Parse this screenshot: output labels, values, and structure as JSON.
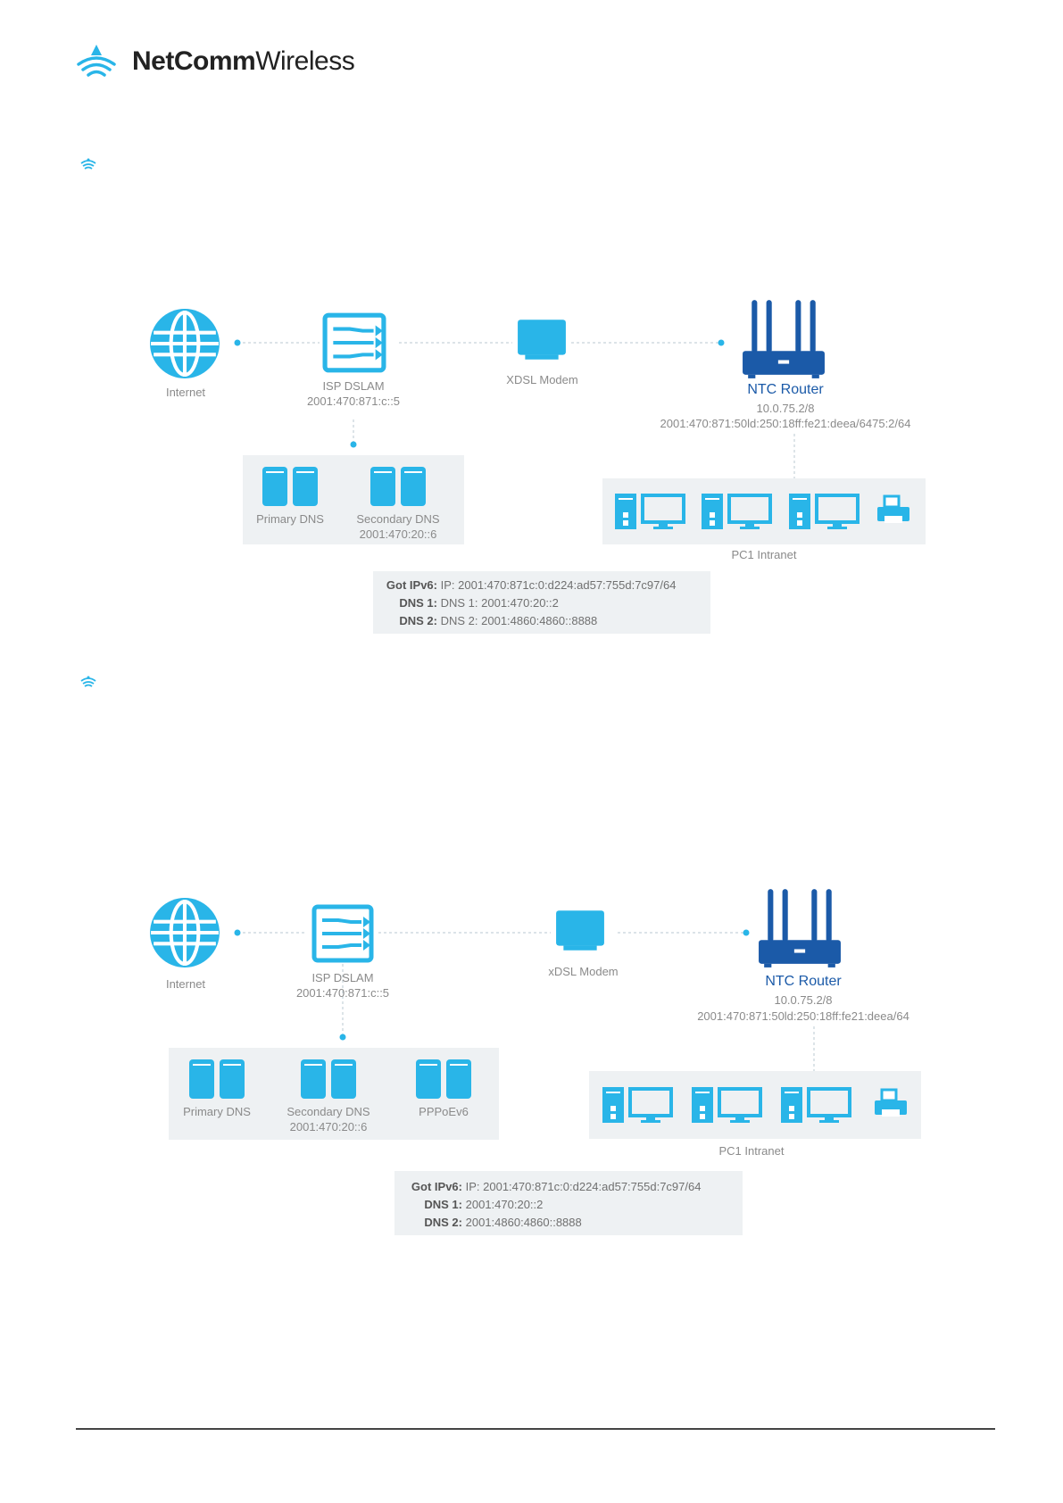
{
  "brand": {
    "name_bold": "NetComm",
    "name_light": "Wireless"
  },
  "colors": {
    "accent": "#29b5e8",
    "router": "#1b5aa8",
    "panel": "#eef1f3"
  },
  "diagram1": {
    "internet": "Internet",
    "dslam": "ISP DSLAM",
    "dslam_ip": "2001:470:871:c::5",
    "modem": "XDSL Modem",
    "router": "NTC Router",
    "router_ipv4": "10.0.75.2/8",
    "router_ipv6": "2001:470:871:50ld:250:18ff:fe21:deea/6475:2/64",
    "primary_dns": "Primary DNS",
    "secondary_dns": "Secondary DNS",
    "secondary_dns_ip": "2001:470:20::6",
    "lan": "PC1 Intranet",
    "info": {
      "k1": "Got IPv6:",
      "v1": "IP: 2001:470:871c:0:d224:ad57:755d:7c97/64",
      "k2": "DNS 1:",
      "v2": "DNS 1: 2001:470:20::2",
      "k3": "DNS 2:",
      "v3": "DNS 2: 2001:4860:4860::8888"
    }
  },
  "diagram2": {
    "internet": "Internet",
    "dslam": "ISP DSLAM",
    "dslam_ip": "2001:470:871:c::5",
    "modem": "xDSL Modem",
    "router": "NTC Router",
    "router_ipv4": "10.0.75.2/8",
    "router_ipv6": "2001:470:871:50ld:250:18ff:fe21:deea/64",
    "primary_dns": "Primary DNS",
    "secondary_dns": "Secondary DNS",
    "secondary_dns_ip": "2001:470:20::6",
    "pppoe": "PPPoEv6",
    "lan": "PC1 Intranet",
    "info": {
      "k1": "Got IPv6:",
      "v1": "IP: 2001:470:871c:0:d224:ad57:755d:7c97/64",
      "k2": "DNS 1:",
      "v2": "2001:470:20::2",
      "k3": "DNS 2:",
      "v3": "2001:4860:4860::8888"
    }
  }
}
